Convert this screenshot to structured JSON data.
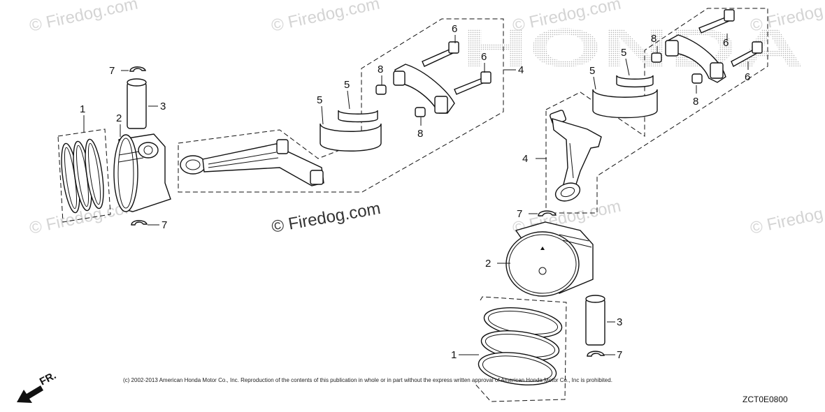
{
  "brand_watermark": "HONDA",
  "watermarks": [
    "© Firedog.com",
    "© Firedog.com",
    "© Firedog.com",
    "© Firedog.com",
    "© Firedog.com",
    "© Firedog.com",
    "© Firedog.com"
  ],
  "center_watermark": "© Firedog.com",
  "direction_label": "FR.",
  "copyright": "(c) 2002-2013 American Honda Motor Co., Inc. Reproduction of the contents of this publication in whole or in part without the express written approval of American Honda Motor Co., Inc is prohibited.",
  "diagram_code": "ZCT0E0800",
  "callouts": {
    "left": {
      "n1": "1",
      "n2": "2",
      "n3": "3",
      "n7a": "7",
      "n7b": "7",
      "n4": "4",
      "n5a": "5",
      "n5b": "5",
      "n6a": "6",
      "n6b": "6",
      "n8a": "8",
      "n8b": "8"
    },
    "right": {
      "n1": "1",
      "n2": "2",
      "n3": "3",
      "n7a": "7",
      "n7b": "7",
      "n4": "4",
      "n5a": "5",
      "n5b": "5",
      "n6a": "6",
      "n6b": "6",
      "n8a": "8",
      "n8b": "8"
    }
  },
  "colors": {
    "line": "#111111",
    "watermark": "#d4d4d4",
    "brand_dots": "#bbbbbb"
  }
}
